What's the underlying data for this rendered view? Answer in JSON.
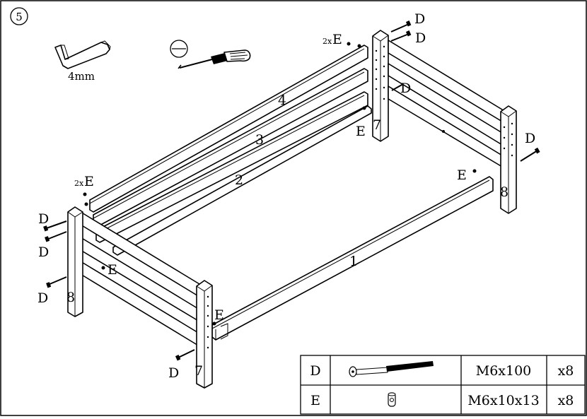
{
  "step": {
    "number": "5"
  },
  "tools": {
    "hex_key_size": "4mm"
  },
  "labels": {
    "d": "D",
    "e": "E",
    "e_qty_prefix": "2x"
  },
  "parts": {
    "p1": "1",
    "p2": "2",
    "p3": "3",
    "p4": "4",
    "p7": "7",
    "p8": "8"
  },
  "hardware_table": {
    "rows": [
      {
        "code": "D",
        "icon": "bolt-icon",
        "size": "M6x100",
        "qty": "x8"
      },
      {
        "code": "E",
        "icon": "barrel-nut-icon",
        "size": "M6x10x13",
        "qty": "x8"
      }
    ]
  }
}
